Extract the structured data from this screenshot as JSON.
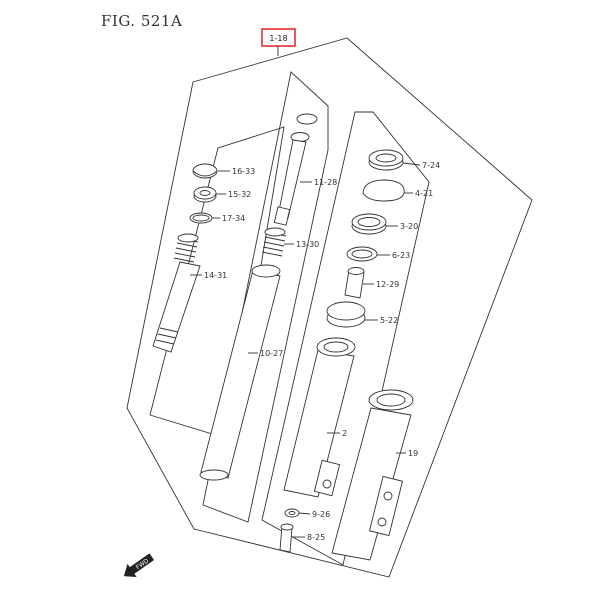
{
  "figure_title": "FIG. 521A",
  "ref_box": {
    "label": "1-18",
    "color": "#e02020"
  },
  "fwd_label": "FWD",
  "parts": [
    {
      "label": "16-33"
    },
    {
      "label": "15-32"
    },
    {
      "label": "17-34"
    },
    {
      "label": "14-31"
    },
    {
      "label": "11-28"
    },
    {
      "label": "13-30"
    },
    {
      "label": "10-27"
    },
    {
      "label": "7-24"
    },
    {
      "label": "4-21"
    },
    {
      "label": "3-20"
    },
    {
      "label": "6-23"
    },
    {
      "label": "12-29"
    },
    {
      "label": "5-22"
    },
    {
      "label": "2"
    },
    {
      "label": "19"
    },
    {
      "label": "9-26"
    },
    {
      "label": "8-25"
    }
  ]
}
